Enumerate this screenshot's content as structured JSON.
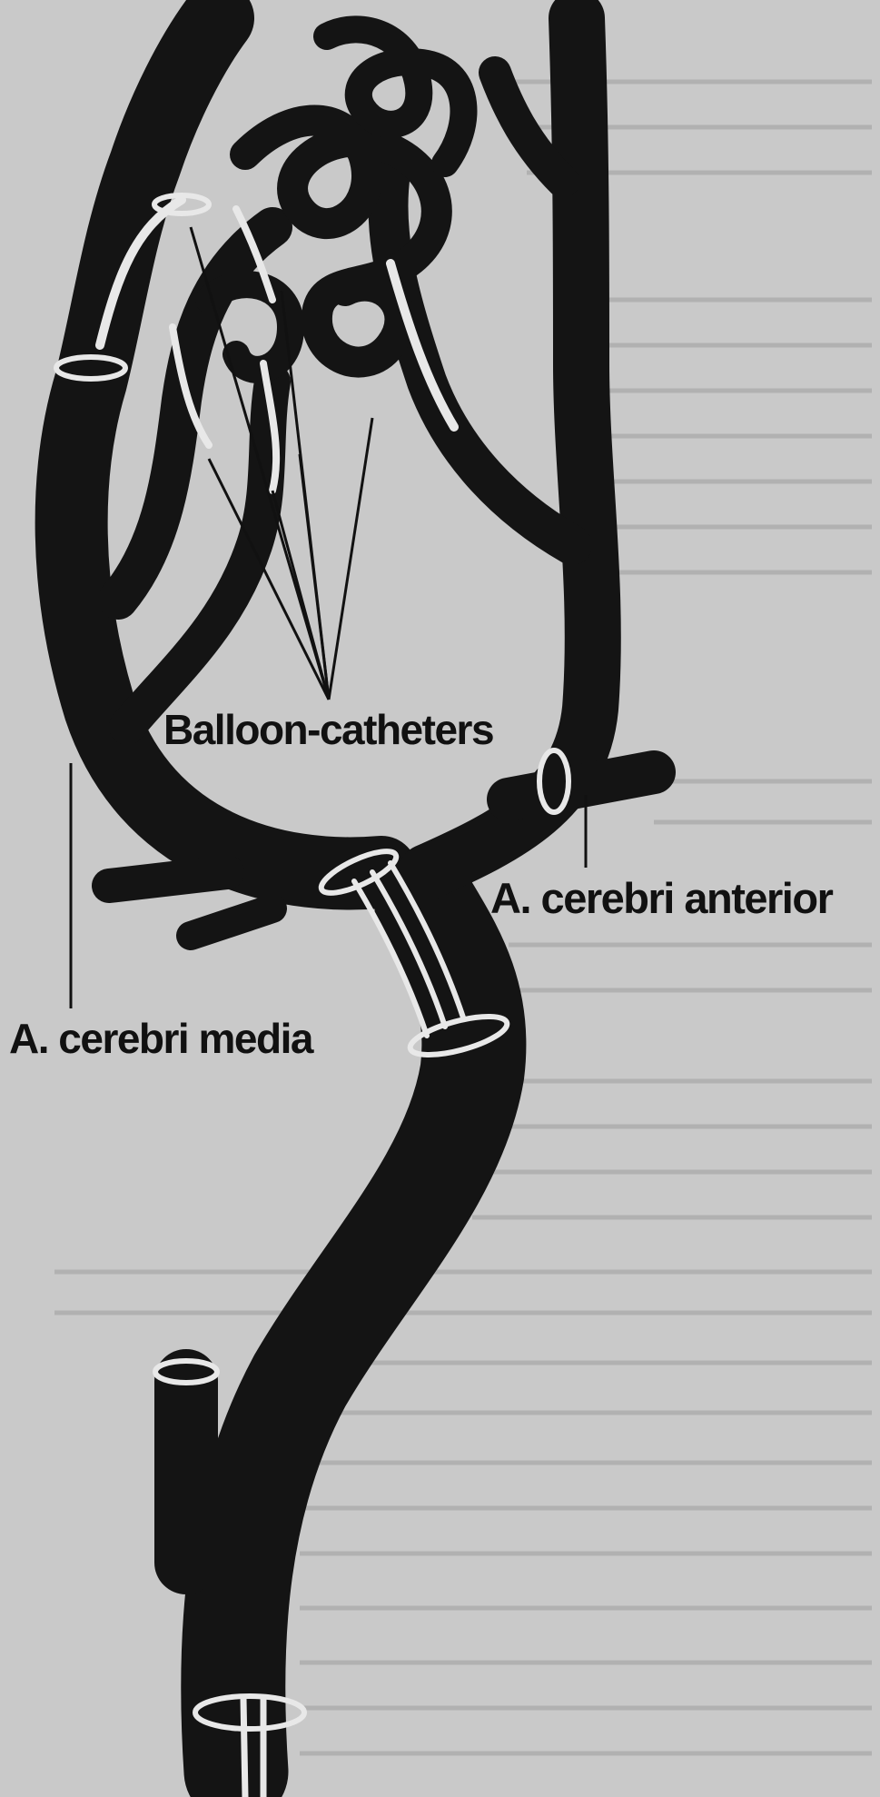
{
  "diagram": {
    "labels": {
      "balloon_catheters": "Balloon-catheters",
      "anterior": "A. cerebri anterior",
      "media": "A. cerebri media"
    },
    "colors": {
      "paper": "#c9c9c9",
      "text_lines": "#9a9a9a",
      "vessel": "#141414",
      "catheter": "#e8e8e8"
    }
  }
}
